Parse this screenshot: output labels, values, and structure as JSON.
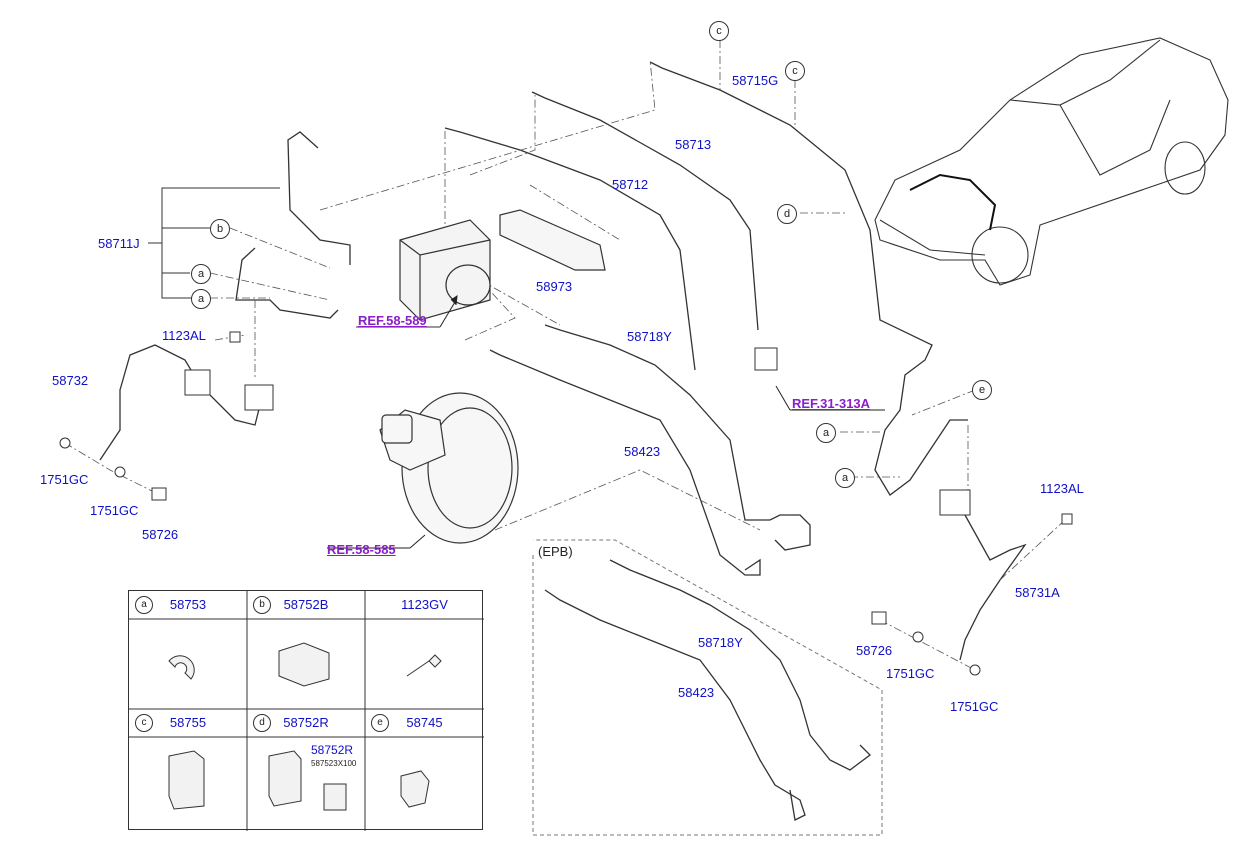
{
  "part_labels": {
    "p58715g": "58715G",
    "p58713": "58713",
    "p58712": "58712",
    "p58711j": "58711J",
    "p58973": "58973",
    "p1123al_left": "1123AL",
    "p58732": "58732",
    "p1751gc_l1": "1751GC",
    "p1751gc_l2": "1751GC",
    "p58726_left": "58726",
    "p58718y_top": "58718Y",
    "p58423_top": "58423",
    "p1123al_right": "1123AL",
    "p58731a": "58731A",
    "p58726_right": "58726",
    "p1751gc_r1": "1751GC",
    "p1751gc_r2": "1751GC",
    "p58718y_epb": "58718Y",
    "p58423_epb": "58423"
  },
  "refs": {
    "ref_58_589": "REF.58-589",
    "ref_58_585": "REF.58-585",
    "ref_31_313a": "REF.31-313A"
  },
  "callouts": {
    "c_top1": "c",
    "c_top2": "c",
    "b_left": "b",
    "a_left1": "a",
    "a_left2": "a",
    "d_right": "d",
    "e_right": "e",
    "a_right1": "a",
    "a_right2": "a"
  },
  "epb_label": "(EPB)",
  "legend": {
    "cells": [
      {
        "key": "a",
        "code": "58753"
      },
      {
        "key": "b",
        "code": "58752B"
      },
      {
        "key": "",
        "code": "1123GV"
      },
      {
        "key": "c",
        "code": "58755"
      },
      {
        "key": "d",
        "code": "58752R"
      },
      {
        "key": "e",
        "code": "58745"
      }
    ],
    "d_sub_code": "58752R",
    "d_sub_note": "587523X100"
  },
  "colors": {
    "label_blue": "#1010c8",
    "ref_purple": "#8a1fc8",
    "line": "#222222"
  }
}
